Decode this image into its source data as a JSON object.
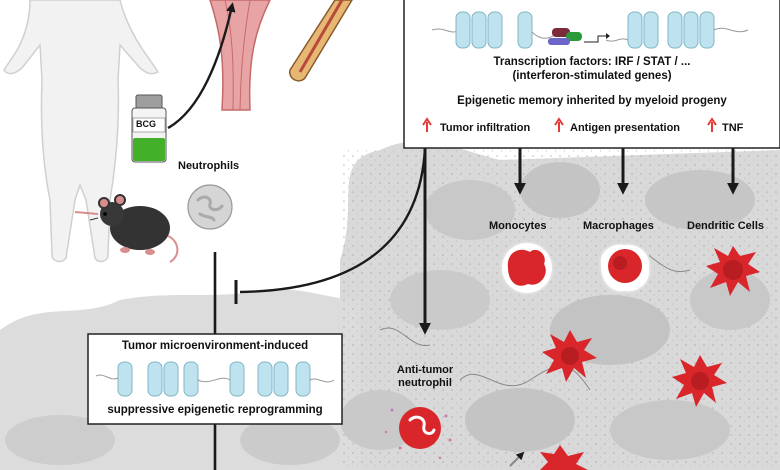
{
  "labels": {
    "bcg": "BCG",
    "neutrophils": "Neutrophils",
    "tf_line1": "Transcription factors: IRF / STAT / ...",
    "tf_line2": "(interferon-stimulated genes)",
    "memory": "Epigenetic memory inherited by myeloid progeny",
    "effect1": "Tumor infiltration",
    "effect2": "Antigen presentation",
    "effect3": "TNF",
    "monocytes": "Monocytes",
    "macrophages": "Macrophages",
    "dendritic": "Dendritic Cells",
    "antitumor_line1": "Anti-tumor",
    "antitumor_line2": "neutrophil",
    "tme_line1": "Tumor microenvironment-induced",
    "tme_line2": "suppressive epigenetic reprogramming"
  },
  "colors": {
    "arrow": "#1a1a1a",
    "up_arrow": "#e53935",
    "cell_red": "#d9262b",
    "nucleosome": "#bfe3ee",
    "tissue": "#d6d6d6",
    "bcg_liquid": "#43b02a"
  }
}
